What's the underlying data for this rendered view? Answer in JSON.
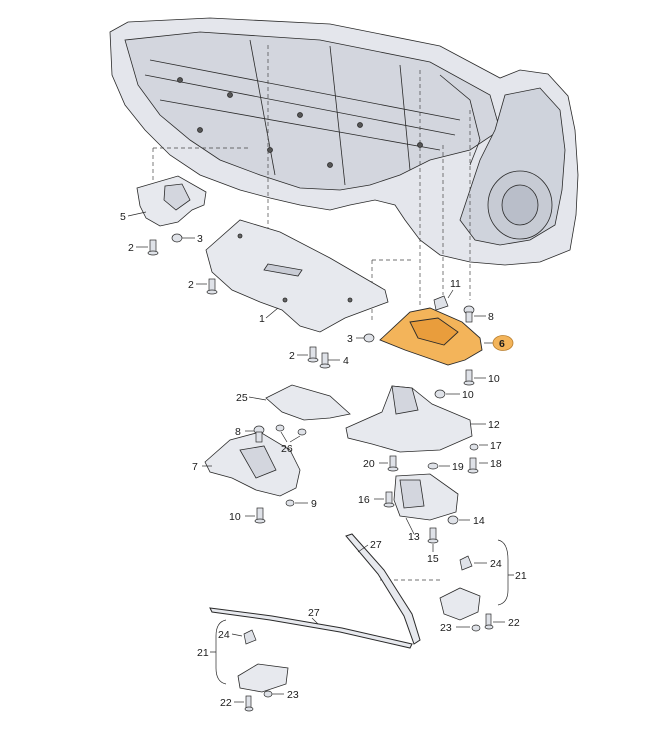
{
  "diagram": {
    "highlight_color": "#f3b45a",
    "part_fill": "#e7e9ee",
    "line_color": "#2a2a2a",
    "callouts": [
      {
        "id": "c1",
        "text": "1"
      },
      {
        "id": "c2a",
        "text": "2"
      },
      {
        "id": "c2b",
        "text": "2"
      },
      {
        "id": "c2c",
        "text": "2"
      },
      {
        "id": "c3a",
        "text": "3"
      },
      {
        "id": "c3b",
        "text": "3"
      },
      {
        "id": "c4",
        "text": "4"
      },
      {
        "id": "c5",
        "text": "5"
      },
      {
        "id": "c6",
        "text": "6"
      },
      {
        "id": "c7",
        "text": "7"
      },
      {
        "id": "c8a",
        "text": "8"
      },
      {
        "id": "c8b",
        "text": "8"
      },
      {
        "id": "c9",
        "text": "9"
      },
      {
        "id": "c10a",
        "text": "10"
      },
      {
        "id": "c10b",
        "text": "10"
      },
      {
        "id": "c10c",
        "text": "10"
      },
      {
        "id": "c11",
        "text": "11"
      },
      {
        "id": "c12",
        "text": "12"
      },
      {
        "id": "c13",
        "text": "13"
      },
      {
        "id": "c14",
        "text": "14"
      },
      {
        "id": "c15",
        "text": "15"
      },
      {
        "id": "c16",
        "text": "16"
      },
      {
        "id": "c17",
        "text": "17"
      },
      {
        "id": "c18",
        "text": "18"
      },
      {
        "id": "c19",
        "text": "19"
      },
      {
        "id": "c20",
        "text": "20"
      },
      {
        "id": "c21a",
        "text": "21"
      },
      {
        "id": "c21b",
        "text": "21"
      },
      {
        "id": "c22a",
        "text": "22"
      },
      {
        "id": "c22b",
        "text": "22"
      },
      {
        "id": "c23a",
        "text": "23"
      },
      {
        "id": "c23b",
        "text": "23"
      },
      {
        "id": "c24a",
        "text": "24"
      },
      {
        "id": "c24b",
        "text": "24"
      },
      {
        "id": "c25",
        "text": "25"
      },
      {
        "id": "c26",
        "text": "26"
      },
      {
        "id": "c27a",
        "text": "27"
      },
      {
        "id": "c27b",
        "text": "27"
      }
    ]
  }
}
